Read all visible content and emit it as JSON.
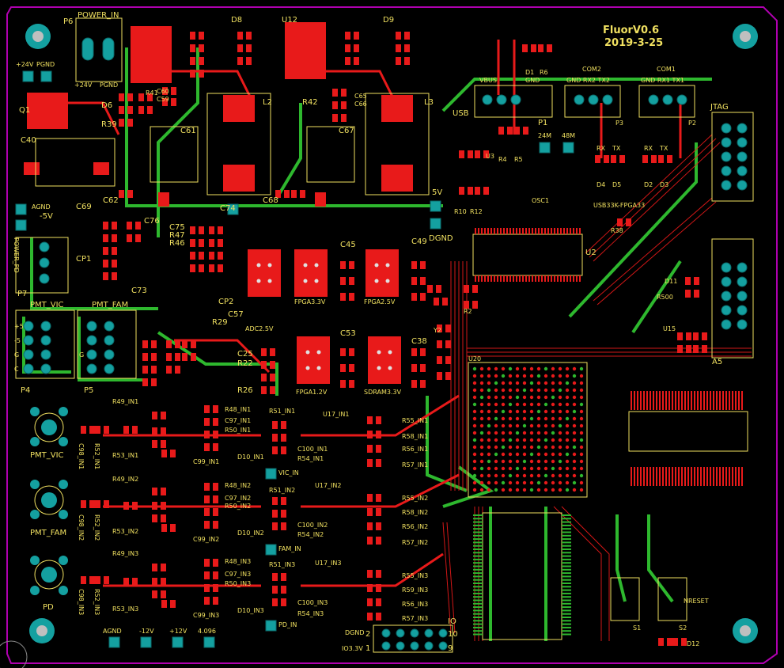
{
  "board": {
    "title": "FluorV0.6",
    "date": "2019-3-25",
    "outline_color": "#b000b0",
    "copper_top": "#e81a1a",
    "copper_bottom": "#2eb82e",
    "silk_color": "#f0e060",
    "pad_color": "#14a0a0"
  },
  "labels": {
    "p6": "P6",
    "power_in": "POWER_IN",
    "v24": "+24V",
    "pgnd": "PGND",
    "v24b": "+24V",
    "pgndb": "PGND",
    "q1": "Q1",
    "d6": "D6",
    "r39": "R39",
    "c40": "C40",
    "c59": "C59",
    "c60": "C60",
    "r41": "R41",
    "d8": "D8",
    "u12": "U12",
    "d9": "D9",
    "l2": "L2",
    "l3": "L3",
    "c61": "C61",
    "c67": "C67",
    "c65": "C65",
    "c66": "C66",
    "r42": "R42",
    "c62": "C62",
    "c68": "C68",
    "c63": "C63",
    "c69": "C69",
    "v5": "5V",
    "dgnd": "DGND",
    "minus5v": "-5V",
    "agnd": "AGND",
    "c76": "C76",
    "c75": "C75",
    "c74": "C74",
    "r47": "R47",
    "r46": "R46",
    "cp1": "CP1",
    "cp2": "CP2",
    "c73": "C73",
    "power_pd": "POWER_PD",
    "p7": "P7",
    "pmt_vic": "PMT_VIC",
    "pmt_fam": "PMT_FAM",
    "p4": "P4",
    "p5": "P5",
    "plus5": "+5",
    "minus5": "-5",
    "g1": "G",
    "g2": "G",
    "c1": "C",
    "r29": "R29",
    "c57": "C57",
    "adc25": "ADC2.5V",
    "fpga33": "FPGA3.3V",
    "fpga25": "FPGA2.5V",
    "c45": "C45",
    "c49": "C49",
    "fpga12": "FPGA1.2V",
    "sdram33": "SDRAM3.3V",
    "c53": "C53",
    "c38": "C38",
    "c25": "C25",
    "r22": "R22",
    "r26": "R26",
    "usb": "USB",
    "vbus": "VBUS",
    "gnd": "GND",
    "p1": "P1",
    "d1": "D1",
    "r6": "R6",
    "r4": "R4",
    "r5": "R5",
    "u3": "U3",
    "r10": "R10",
    "r12": "R12",
    "osc1": "OSC1",
    "m24": "24M",
    "m48": "48M",
    "u2": "U2",
    "r2": "R2",
    "com2": "COM2",
    "com2pins": "GND RX2 TX2",
    "p3": "P3",
    "com1": "COM1",
    "com1pins": "GND RX1 TX1",
    "p2": "P2",
    "rx1": "RX",
    "tx1": "TX",
    "rx2": "RX",
    "tx2": "TX",
    "d4": "D4",
    "d5": "D5",
    "d2": "D2",
    "d3": "D3",
    "usb3": "USB33K-FPGA33",
    "r38": "R38",
    "jtag": "JTAG",
    "d11": "D11",
    "r500": "R500",
    "u15": "U15",
    "a5": "A5",
    "u20": "U20",
    "y2": "Y2",
    "pmt_vic_conn": "PMT_VIC",
    "pmt_fam_conn": "PMT_FAM",
    "pd_conn": "PD",
    "r49_in1": "R49_IN1",
    "r48_in1": "R48_IN1",
    "r51_in1": "R51_IN1",
    "u17_in1": "U17_IN1",
    "c97_in1": "C97_IN1",
    "r50_in1": "R50_IN1",
    "r53_in1": "R53_IN1",
    "c99_in1": "C99_IN1",
    "d10_in1": "D10_IN1",
    "c100_in1": "C100_IN1",
    "r54_in1": "R54_IN1",
    "r55_in1": "R55_IN1",
    "r58_in1": "R58_IN1",
    "r56_in1": "R56_IN1",
    "r57_in1": "R57_IN1",
    "c98_in1": "C98_IN1",
    "r52_in1": "R52_IN1",
    "vic_in": "VIC_IN",
    "r49_in2": "R49_IN2",
    "r48_in2": "R48_IN2",
    "c97_in2": "C97_IN2",
    "r50_in2": "R50_IN2",
    "u17_in2": "U17_IN2",
    "r53_in2": "R53_IN2",
    "c99_in2": "C99_IN2",
    "d10_in2": "D10_IN2",
    "c100_in2": "C100_IN2",
    "r54_in2": "R54_IN2",
    "r55_in2": "R55_IN2",
    "r58_in2": "R58_IN2",
    "r56_in2": "R56_IN2",
    "r57_in2": "R57_IN2",
    "c98_in2": "C98_IN2",
    "r52_in2": "R52_IN2",
    "fam_in": "FAM_IN",
    "r51_in2": "R51_IN2",
    "r49_in3": "R49_IN3",
    "r48_in3": "R48_IN3",
    "r51_in3": "R51_IN3",
    "u17_in3": "U17_IN3",
    "c97_in3": "C97_IN3",
    "r50_in3": "R50_IN3",
    "r53_in3": "R53_IN3",
    "c99_in3": "C99_IN3",
    "d10_in3": "D10_IN3",
    "c100_in3": "C100_IN3",
    "r54_in3": "R54_IN3",
    "r55_in3": "R55_IN3",
    "r59_in3": "R59_IN3",
    "r56_in3": "R56_IN3",
    "r57_in3": "R57_IN3",
    "c98_in3": "C98_IN3",
    "r52_in3": "R52_IN3",
    "pd_in": "PD_IN",
    "agnd2": "AGND",
    "m12v": "-12V",
    "p12v": "+12V",
    "v4096": "4.096",
    "dgnd2": "DGND",
    "io33": "IO3.3V",
    "n2": "2",
    "n1": "1",
    "n10": "10",
    "n9": "9",
    "io": "IO",
    "nreset": "NRESET",
    "s1": "S1",
    "s2": "S2",
    "d12": "D12"
  }
}
